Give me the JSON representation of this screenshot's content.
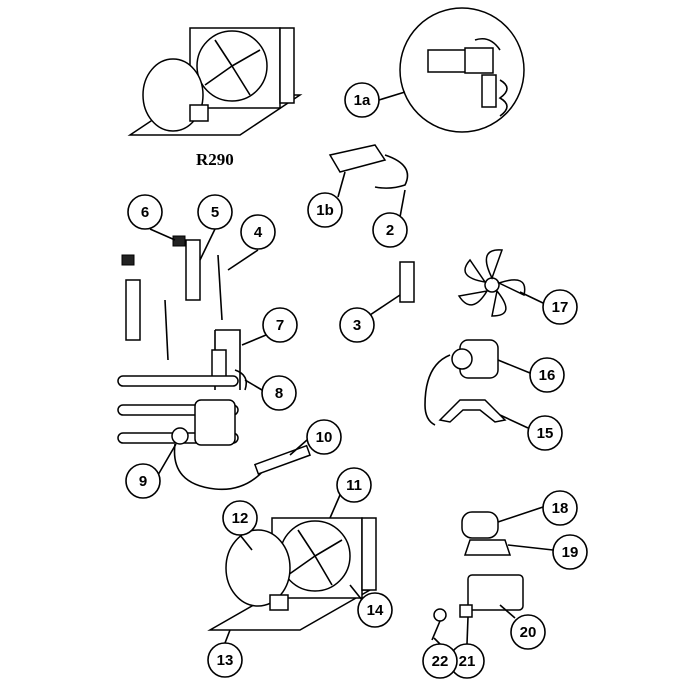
{
  "diagram": {
    "refrigerant_label": "R290",
    "callouts": [
      "1a",
      "1b",
      "2",
      "3",
      "4",
      "5",
      "6",
      "7",
      "8",
      "9",
      "10",
      "11",
      "12",
      "13",
      "14",
      "15",
      "16",
      "17",
      "18",
      "19",
      "20",
      "21",
      "22"
    ]
  }
}
